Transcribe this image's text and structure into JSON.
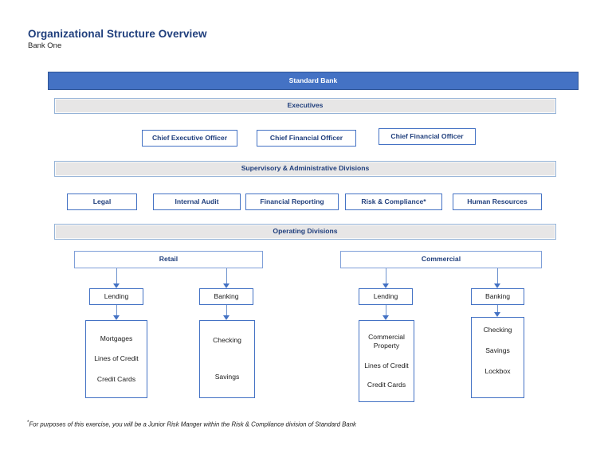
{
  "page": {
    "title": "Organizational Structure Overview",
    "subtitle": "Bank One",
    "footnote_marker": "*",
    "footnote": "For purposes of this exercise, you will be a Junior Risk Manger within the Risk & Compliance division of Standard Bank"
  },
  "colors": {
    "accent_blue": "#4472C4",
    "accent_border_dark": "#2F5597",
    "bar_gray_fill": "#E7E6E6",
    "light_blue_border": "#95B3D7",
    "heading_navy": "#1F3E7C"
  },
  "org": {
    "root_label": "Standard Bank",
    "executives_header": "Executives",
    "officers": [
      {
        "label": "Chief Executive Officer"
      },
      {
        "label": "Chief Financial Officer"
      },
      {
        "label": "Chief Financial Officer"
      }
    ],
    "supervisory_header": "Supervisory & Administrative Divisions",
    "supervisory_divisions": [
      {
        "label": "Legal"
      },
      {
        "label": "Internal Audit"
      },
      {
        "label": "Financial Reporting"
      },
      {
        "label": "Risk & Compliance*"
      },
      {
        "label": "Human Resources"
      }
    ],
    "operating_header": "Operating Divisions",
    "operating": [
      {
        "name": "Retail",
        "children": [
          {
            "name": "Lending",
            "items": [
              "Mortgages",
              "Lines of Credit",
              "Credit Cards"
            ]
          },
          {
            "name": "Banking",
            "items": [
              "Checking",
              "Savings"
            ]
          }
        ]
      },
      {
        "name": "Commercial",
        "children": [
          {
            "name": "Lending",
            "items": [
              "Commercial Property",
              "Lines of Credit",
              "Credit Cards"
            ]
          },
          {
            "name": "Banking",
            "items": [
              "Checking",
              "Savings",
              "Lockbox"
            ]
          }
        ]
      }
    ]
  }
}
